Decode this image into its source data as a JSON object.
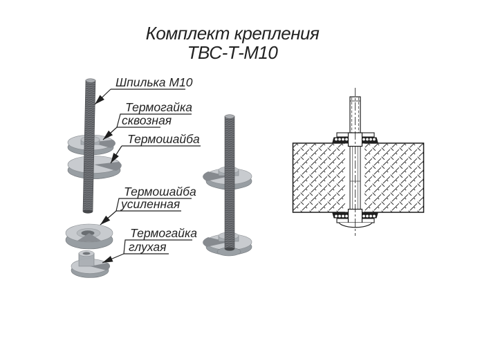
{
  "title": {
    "line1": "Комплект крепления",
    "line2": "ТВС-Т-М10"
  },
  "callouts": [
    {
      "id": "stud",
      "lines": [
        "Шпилька М10"
      ]
    },
    {
      "id": "through-thermo-nut",
      "lines": [
        "Термогайка",
        "сквозная"
      ]
    },
    {
      "id": "thermo-washer",
      "lines": [
        "Термошайба"
      ]
    },
    {
      "id": "reinforced-thermo-washer",
      "lines": [
        "Термошайба",
        "усиленная"
      ]
    },
    {
      "id": "blind-thermo-nut",
      "lines": [
        "Термогайка",
        "глухая"
      ]
    }
  ],
  "colors": {
    "background": "#ffffff",
    "line": "#1f1f1f",
    "metal_light": "#c8cbcf",
    "metal_mid": "#a9aeb3",
    "metal_shadow": "#989ea3",
    "metal_dark": "#5a5c60",
    "notch": "#868a8f"
  }
}
